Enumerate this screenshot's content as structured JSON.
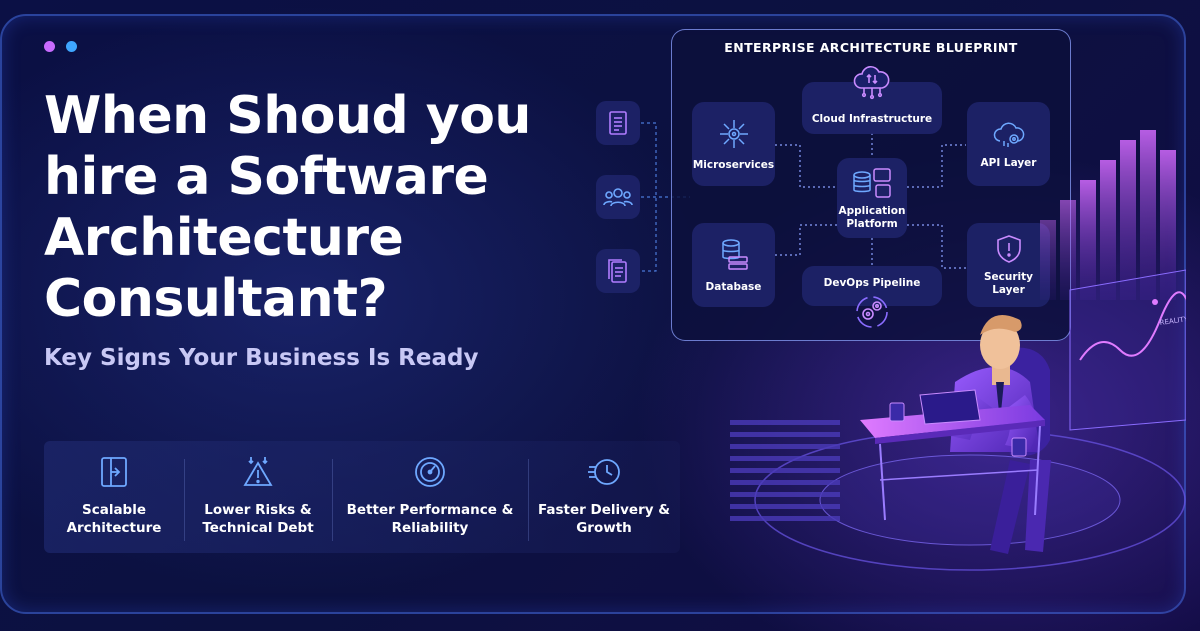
{
  "headline": "When Shoud you hire a Software Architecture Consultant?",
  "subheadline": "Key Signs Your Business Is Ready",
  "features": [
    {
      "label": "Scalable Architecture",
      "icon": "scalable-architecture-icon"
    },
    {
      "label": "Lower Risks & Technical Debt",
      "icon": "warning-icon"
    },
    {
      "label": "Better Performance & Reliability",
      "icon": "gauge-icon"
    },
    {
      "label": "Faster Delivery & Growth",
      "icon": "fast-clock-icon"
    }
  ],
  "blueprint": {
    "title": "ENTERPRISE ARCHITECTURE BLUEPRINT",
    "nodes": {
      "cloud": "Cloud Infrastructure",
      "microservices": "Microservices",
      "api": "API Layer",
      "platform": "Application Platform",
      "database": "Database",
      "devops": "DevOps Pipeline",
      "security": "Security Layer"
    }
  },
  "screen_text": "REALITY",
  "colors": {
    "background": "#0a0f3a",
    "accent_purple": "#c86bff",
    "accent_blue": "#3fa6ff",
    "icon_blue": "#6ea8ff",
    "subhead": "#c8c8f5"
  }
}
